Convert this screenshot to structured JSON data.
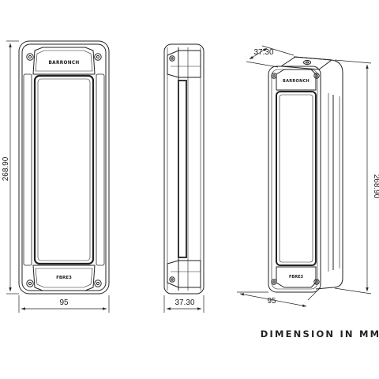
{
  "dimensions": {
    "front_width": "95",
    "front_height": "268.90",
    "side_depth": "37.30",
    "iso_depth": "37.30",
    "iso_height": "268.90",
    "iso_width": "95"
  },
  "product": {
    "brand": "BARRONCH",
    "model": "FBRE3"
  },
  "caption": "DIMENSION IN MM"
}
